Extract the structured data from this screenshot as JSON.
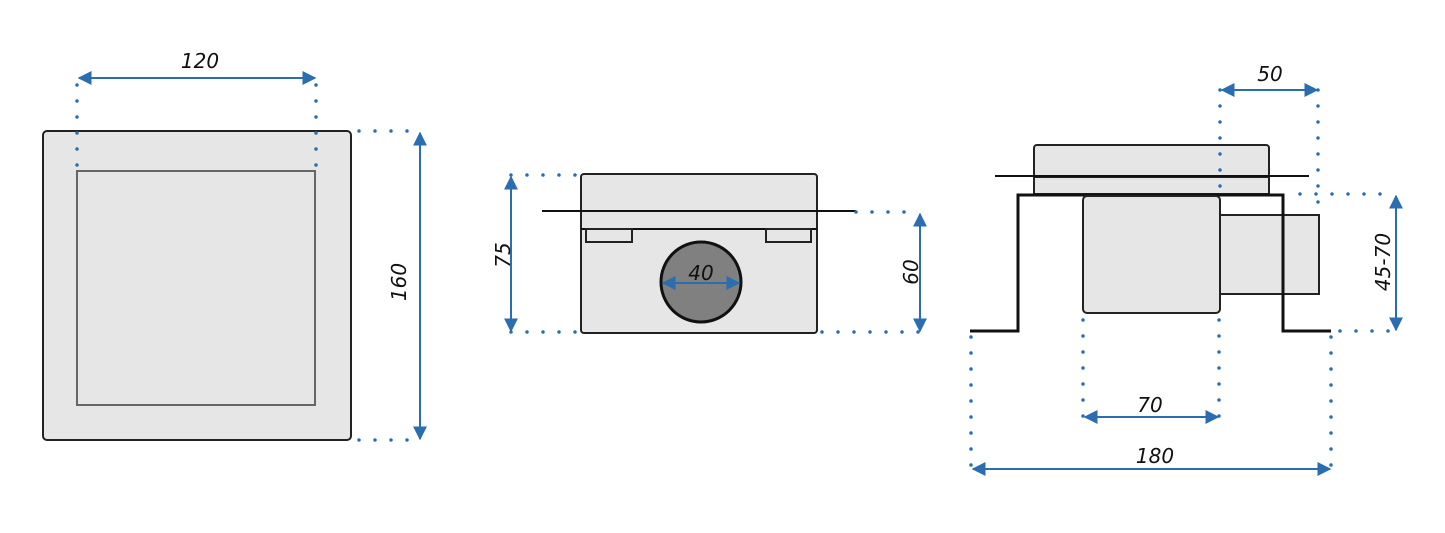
{
  "views": {
    "front": {
      "width_label": "120",
      "height_label": "160"
    },
    "side": {
      "height_label": "75",
      "inner_height_label": "60",
      "outlet_diameter_label": "40"
    },
    "profile": {
      "outlet_width_label": "50",
      "adjustable_height_label": "45-70",
      "body_width_label": "70",
      "total_width_label": "180"
    }
  },
  "colors": {
    "dimension": "#2a6db0",
    "fill": "#e6e6e6",
    "outlet": "#808080"
  }
}
